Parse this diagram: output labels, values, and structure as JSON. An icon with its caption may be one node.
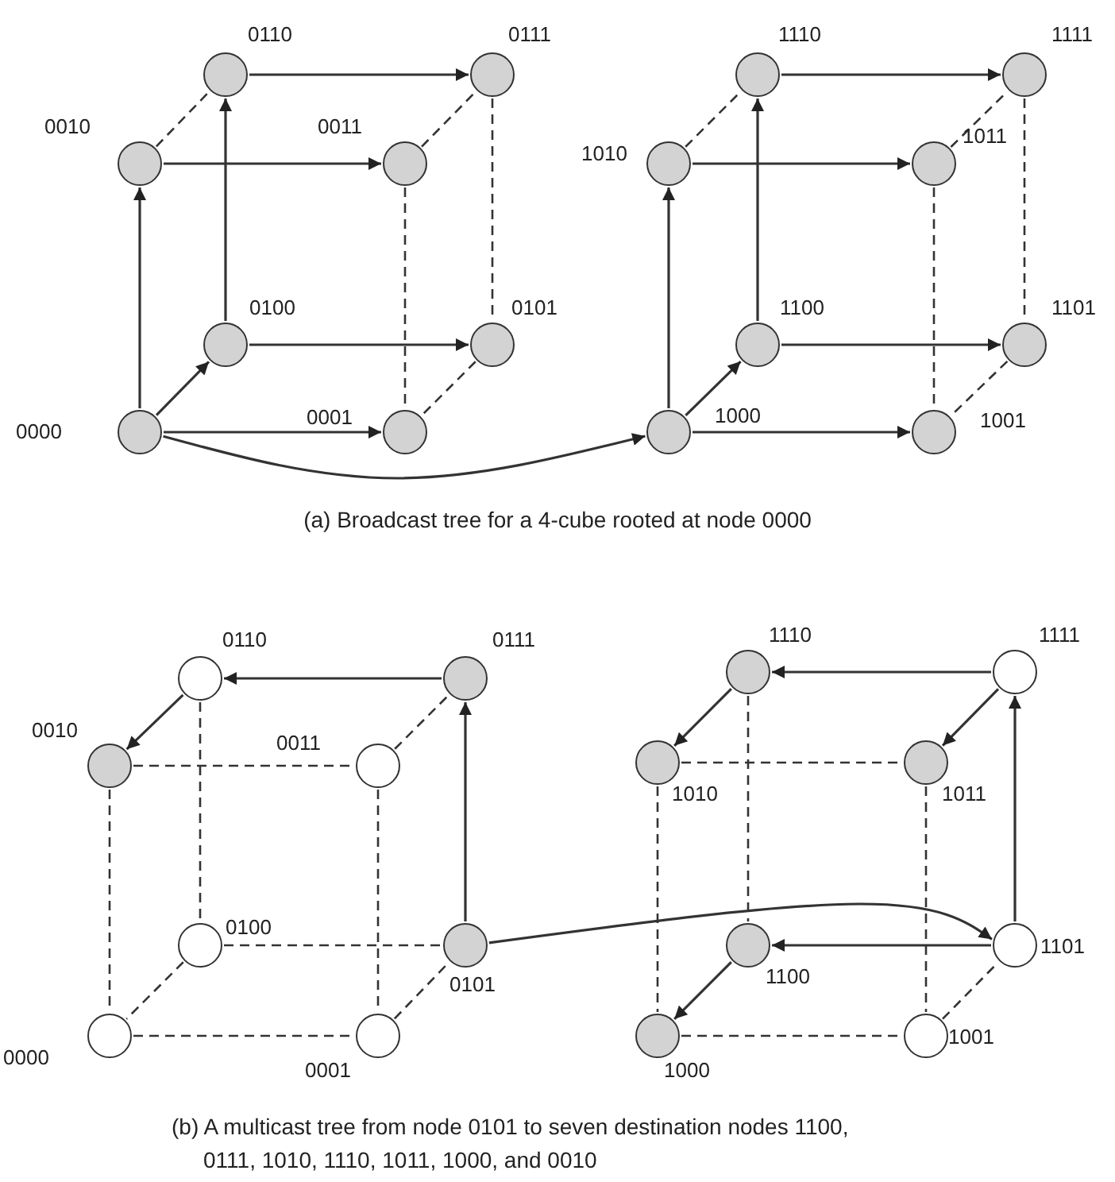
{
  "diagram": {
    "nodes": [
      {
        "text": [],
        "shape": "disc",
        "beside": [
          "0110"
        ]
      },
      {
        "text": [],
        "shape": "disc",
        "beside": [
          "0111"
        ]
      },
      {
        "text": [],
        "shape": "disc",
        "beside": [
          "0010"
        ]
      },
      {
        "text": [],
        "shape": "disc",
        "beside": [
          "0011"
        ]
      },
      {
        "text": [],
        "shape": "disc",
        "beside": [
          "0100"
        ]
      },
      {
        "text": [],
        "shape": "disc",
        "beside": [
          "0101"
        ]
      },
      {
        "text": [],
        "shape": "disc",
        "beside": [
          "0000"
        ]
      },
      {
        "text": [],
        "shape": "disc",
        "beside": [
          "0001"
        ]
      },
      {
        "text": [],
        "shape": "disc",
        "beside": [
          "1110"
        ]
      },
      {
        "text": [],
        "shape": "disc",
        "beside": [
          "1111"
        ]
      },
      {
        "text": [],
        "shape": "disc",
        "beside": [
          "1010"
        ]
      },
      {
        "text": [],
        "shape": "disc",
        "beside": [
          "1011"
        ]
      },
      {
        "text": [],
        "shape": "disc",
        "beside": [
          "1100"
        ]
      },
      {
        "text": [],
        "shape": "disc",
        "beside": [
          "1101"
        ]
      },
      {
        "text": [],
        "shape": "disc",
        "beside": [
          "1000"
        ]
      },
      {
        "text": [],
        "shape": "disc",
        "beside": [
          "1001"
        ]
      },
      {
        "text": [],
        "shape": "circle",
        "beside": [
          "0110"
        ]
      },
      {
        "text": [],
        "shape": "disc",
        "beside": [
          "0111"
        ]
      },
      {
        "text": [],
        "shape": "disc",
        "beside": [
          "0010"
        ]
      },
      {
        "text": [],
        "shape": "circle",
        "beside": [
          "0011"
        ]
      },
      {
        "text": [],
        "shape": "circle",
        "beside": [
          "0100"
        ]
      },
      {
        "text": [],
        "shape": "disc",
        "beside": [
          "0101"
        ]
      },
      {
        "text": [],
        "shape": "circle",
        "beside": [
          "0000"
        ]
      },
      {
        "text": [],
        "shape": "circle",
        "beside": [
          "0001"
        ]
      },
      {
        "text": [],
        "shape": "disc",
        "beside": [
          "1110"
        ]
      },
      {
        "text": [],
        "shape": "circle",
        "beside": [
          "1111"
        ]
      },
      {
        "text": [],
        "shape": "disc",
        "beside": [
          "1010"
        ]
      },
      {
        "text": [],
        "shape": "disc",
        "beside": [
          "1011"
        ]
      },
      {
        "text": [],
        "shape": "disc",
        "beside": [
          "1100"
        ]
      },
      {
        "text": [],
        "shape": "circle",
        "beside": [
          "1101"
        ]
      },
      {
        "text": [],
        "shape": "disc",
        "beside": [
          "1000"
        ]
      },
      {
        "text": [],
        "shape": "circle",
        "beside": [
          "1001"
        ]
      }
    ],
    "edges": [
      {
        "from": 6,
        "to": 2,
        "arrow": "to"
      },
      {
        "from": 6,
        "to": 4,
        "arrow": "to"
      },
      {
        "from": 6,
        "to": 7,
        "arrow": "to"
      },
      {
        "from": 2,
        "to": 3,
        "arrow": "to"
      },
      {
        "from": 4,
        "to": 0,
        "arrow": "to"
      },
      {
        "from": 4,
        "to": 5,
        "arrow": "to"
      },
      {
        "from": 0,
        "to": 1,
        "arrow": "to"
      },
      {
        "from": 2,
        "to": 0,
        "arrow": "none",
        "style": "dashed"
      },
      {
        "from": 3,
        "to": 1,
        "arrow": "none",
        "style": "dashed"
      },
      {
        "from": 3,
        "to": 7,
        "arrow": "none",
        "style": "dashed"
      },
      {
        "from": 1,
        "to": 5,
        "arrow": "none",
        "style": "dashed"
      },
      {
        "from": 5,
        "to": 7,
        "arrow": "none",
        "style": "dashed"
      },
      {
        "from": 6,
        "to": 14,
        "arrow": "to"
      },
      {
        "from": 14,
        "to": 10,
        "arrow": "to"
      },
      {
        "from": 14,
        "to": 12,
        "arrow": "to"
      },
      {
        "from": 14,
        "to": 15,
        "arrow": "to"
      },
      {
        "from": 10,
        "to": 11,
        "arrow": "to"
      },
      {
        "from": 12,
        "to": 8,
        "arrow": "to"
      },
      {
        "from": 12,
        "to": 13,
        "arrow": "to"
      },
      {
        "from": 8,
        "to": 9,
        "arrow": "to"
      },
      {
        "from": 10,
        "to": 8,
        "arrow": "none",
        "style": "dashed"
      },
      {
        "from": 11,
        "to": 9,
        "arrow": "none",
        "style": "dashed"
      },
      {
        "from": 11,
        "to": 15,
        "arrow": "none",
        "style": "dashed"
      },
      {
        "from": 9,
        "to": 13,
        "arrow": "none",
        "style": "dashed"
      },
      {
        "from": 13,
        "to": 15,
        "arrow": "none",
        "style": "dashed"
      },
      {
        "from": 17,
        "to": 16,
        "arrow": "to"
      },
      {
        "from": 16,
        "to": 18,
        "arrow": "to"
      },
      {
        "from": 21,
        "to": 17,
        "arrow": "to"
      },
      {
        "from": 18,
        "to": 19,
        "arrow": "none",
        "style": "dashed"
      },
      {
        "from": 18,
        "to": 22,
        "arrow": "none",
        "style": "dashed"
      },
      {
        "from": 16,
        "to": 20,
        "arrow": "none",
        "style": "dashed"
      },
      {
        "from": 19,
        "to": 17,
        "arrow": "none",
        "style": "dashed"
      },
      {
        "from": 19,
        "to": 23,
        "arrow": "none",
        "style": "dashed"
      },
      {
        "from": 20,
        "to": 21,
        "arrow": "none",
        "style": "dashed"
      },
      {
        "from": 20,
        "to": 22,
        "arrow": "none",
        "style": "dashed"
      },
      {
        "from": 22,
        "to": 23,
        "arrow": "none",
        "style": "dashed"
      },
      {
        "from": 23,
        "to": 21,
        "arrow": "none",
        "style": "dashed"
      },
      {
        "from": 21,
        "to": 29,
        "arrow": "to"
      },
      {
        "from": 29,
        "to": 25,
        "arrow": "to"
      },
      {
        "from": 25,
        "to": 24,
        "arrow": "to"
      },
      {
        "from": 24,
        "to": 26,
        "arrow": "to"
      },
      {
        "from": 25,
        "to": 27,
        "arrow": "to"
      },
      {
        "from": 29,
        "to": 28,
        "arrow": "to"
      },
      {
        "from": 28,
        "to": 30,
        "arrow": "to"
      },
      {
        "from": 26,
        "to": 27,
        "arrow": "none",
        "style": "dashed"
      },
      {
        "from": 24,
        "to": 28,
        "arrow": "none",
        "style": "dashed"
      },
      {
        "from": 26,
        "to": 30,
        "arrow": "none",
        "style": "dashed"
      },
      {
        "from": 27,
        "to": 31,
        "arrow": "none",
        "style": "dashed"
      },
      {
        "from": 30,
        "to": 31,
        "arrow": "none",
        "style": "dashed"
      },
      {
        "from": 31,
        "to": 29,
        "arrow": "none",
        "style": "dashed"
      }
    ],
    "labels": [
      "(a) Broadcast tree for a 4-cube rooted at node 0000",
      "(b) A multicast tree from node 0101 to seven destination nodes 1100, 0111, 1010, 1110, 1011, 1000, and 0010"
    ]
  }
}
